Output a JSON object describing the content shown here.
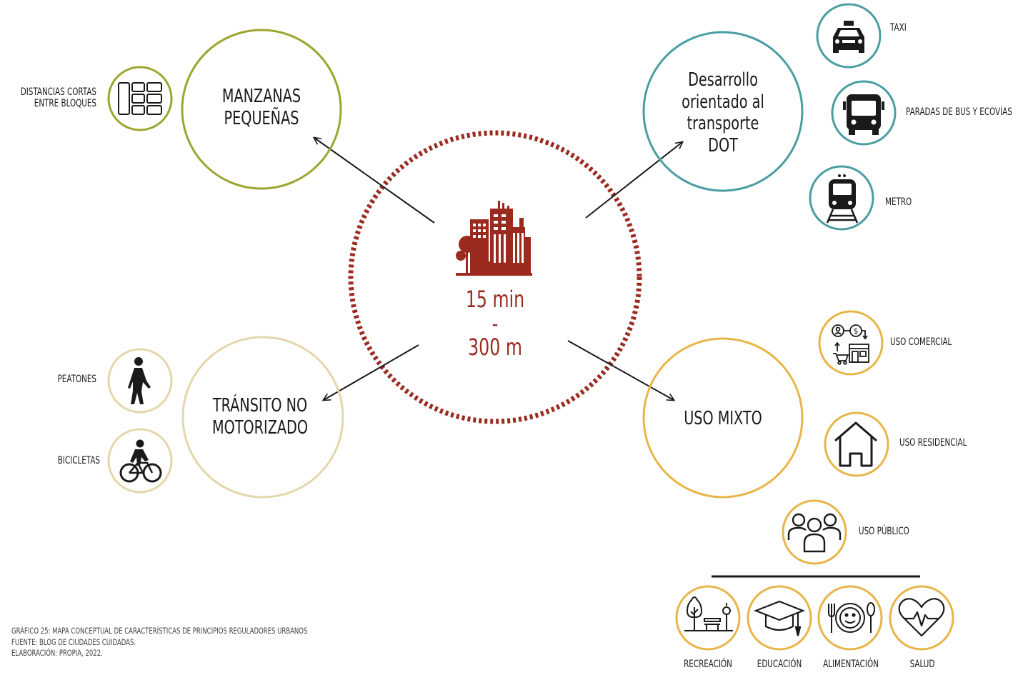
{
  "colors": {
    "olive": "#9ba52f",
    "teal": "#4a9ea1",
    "beige": "#e3d7aa",
    "gold": "#e8b548",
    "dark_red": "#9b2a1f",
    "ink": "#1a1a1a"
  },
  "center": {
    "icon": "city-buildings-icon",
    "line1": "15 min",
    "line2": "-",
    "line3": "300 m"
  },
  "nodes": {
    "manzanas": {
      "line1": "MANZANAS",
      "line2": "PEQUEÑAS"
    },
    "dot": {
      "line1": "Desarrollo",
      "line2": "orientado al",
      "line3": "transporte",
      "line4": "DOT"
    },
    "transito": {
      "line1": "TRÁNSITO NO",
      "line2": "MOTORIZADO"
    },
    "uso_mixto": {
      "line1": "USO MIXTO"
    }
  },
  "sub_items": {
    "distancias": {
      "line1": "DISTANCIAS CORTAS",
      "line2": "ENTRE BLOQUES",
      "icon": "city-blocks-icon"
    },
    "taxi": {
      "label": "TAXI",
      "icon": "taxi-icon"
    },
    "bus": {
      "label": "PARADAS DE BUS Y ECOVÍAS",
      "icon": "bus-icon"
    },
    "metro": {
      "label": "METRO",
      "icon": "metro-train-icon"
    },
    "peatones": {
      "label": "PEATONES",
      "icon": "pedestrian-icon"
    },
    "bicicletas": {
      "label": "BICICLETAS",
      "icon": "cyclist-icon"
    },
    "comercial": {
      "label": "USO COMERCIAL",
      "icon": "commerce-icon"
    },
    "residencial": {
      "label": "USO RESIDENCIAL",
      "icon": "house-icon"
    },
    "publico": {
      "label": "USO PÚBLICO",
      "icon": "people-group-icon"
    }
  },
  "services": [
    {
      "label": "RECREACIÓN",
      "icon": "park-icon"
    },
    {
      "label": "EDUCACIÓN",
      "icon": "graduation-cap-icon"
    },
    {
      "label": "ALIMENTACIÓN",
      "icon": "plate-cutlery-icon"
    },
    {
      "label": "SALUD",
      "icon": "heartbeat-icon"
    }
  ],
  "credits": {
    "line1": "GRÁFICO 25: MAPA CONCEPTUAL DE CARACTERÍSTICAS DE PRINCIPIOS REGULADORES URBANOS",
    "line2": "FUENTE: BLOG DE CIUDADES CUIDADAS.",
    "line3": "ELABORACIÓN: PROPIA, 2022."
  }
}
